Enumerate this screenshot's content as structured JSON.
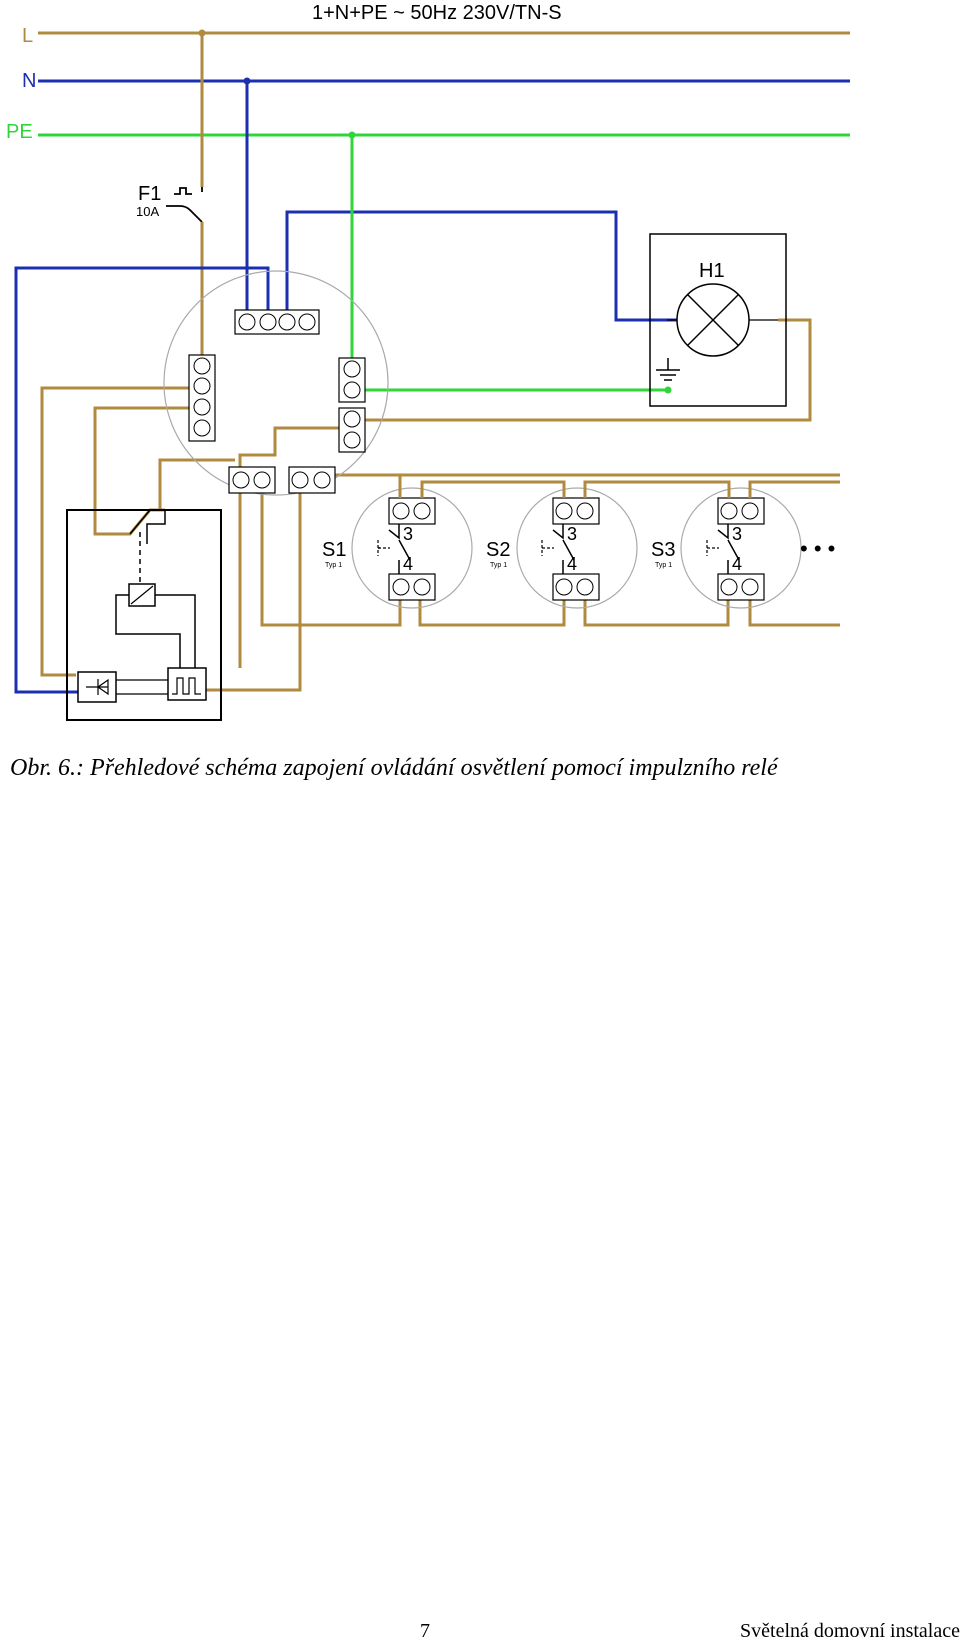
{
  "diagram": {
    "supply_label": "1+N+PE  ~ 50Hz  230V/TN-S",
    "bus": {
      "l": "L",
      "n": "N",
      "pe": "PE"
    },
    "fuse": {
      "name": "F1",
      "rating": "10A"
    },
    "lamp": {
      "name": "H1"
    },
    "switches": [
      {
        "name": "S1",
        "type": "Typ 1",
        "t_top": "3",
        "t_bot": "4"
      },
      {
        "name": "S2",
        "type": "Typ 1",
        "t_top": "3",
        "t_bot": "4"
      },
      {
        "name": "S3",
        "type": "Typ 1",
        "t_top": "3",
        "t_bot": "4"
      }
    ],
    "continuation": "• • •",
    "colors": {
      "phase": "#b08a3e",
      "neutral": "#1b2fb0",
      "pe": "#2fd63a",
      "frame": "#000000",
      "box_outline": "#aaaaaa"
    }
  },
  "caption": "Obr. 6.: Přehledové schéma zapojení ovládání osvětlení pomocí impulzního relé",
  "footer": {
    "page": "7",
    "title": "Světelná domovní instalace"
  }
}
